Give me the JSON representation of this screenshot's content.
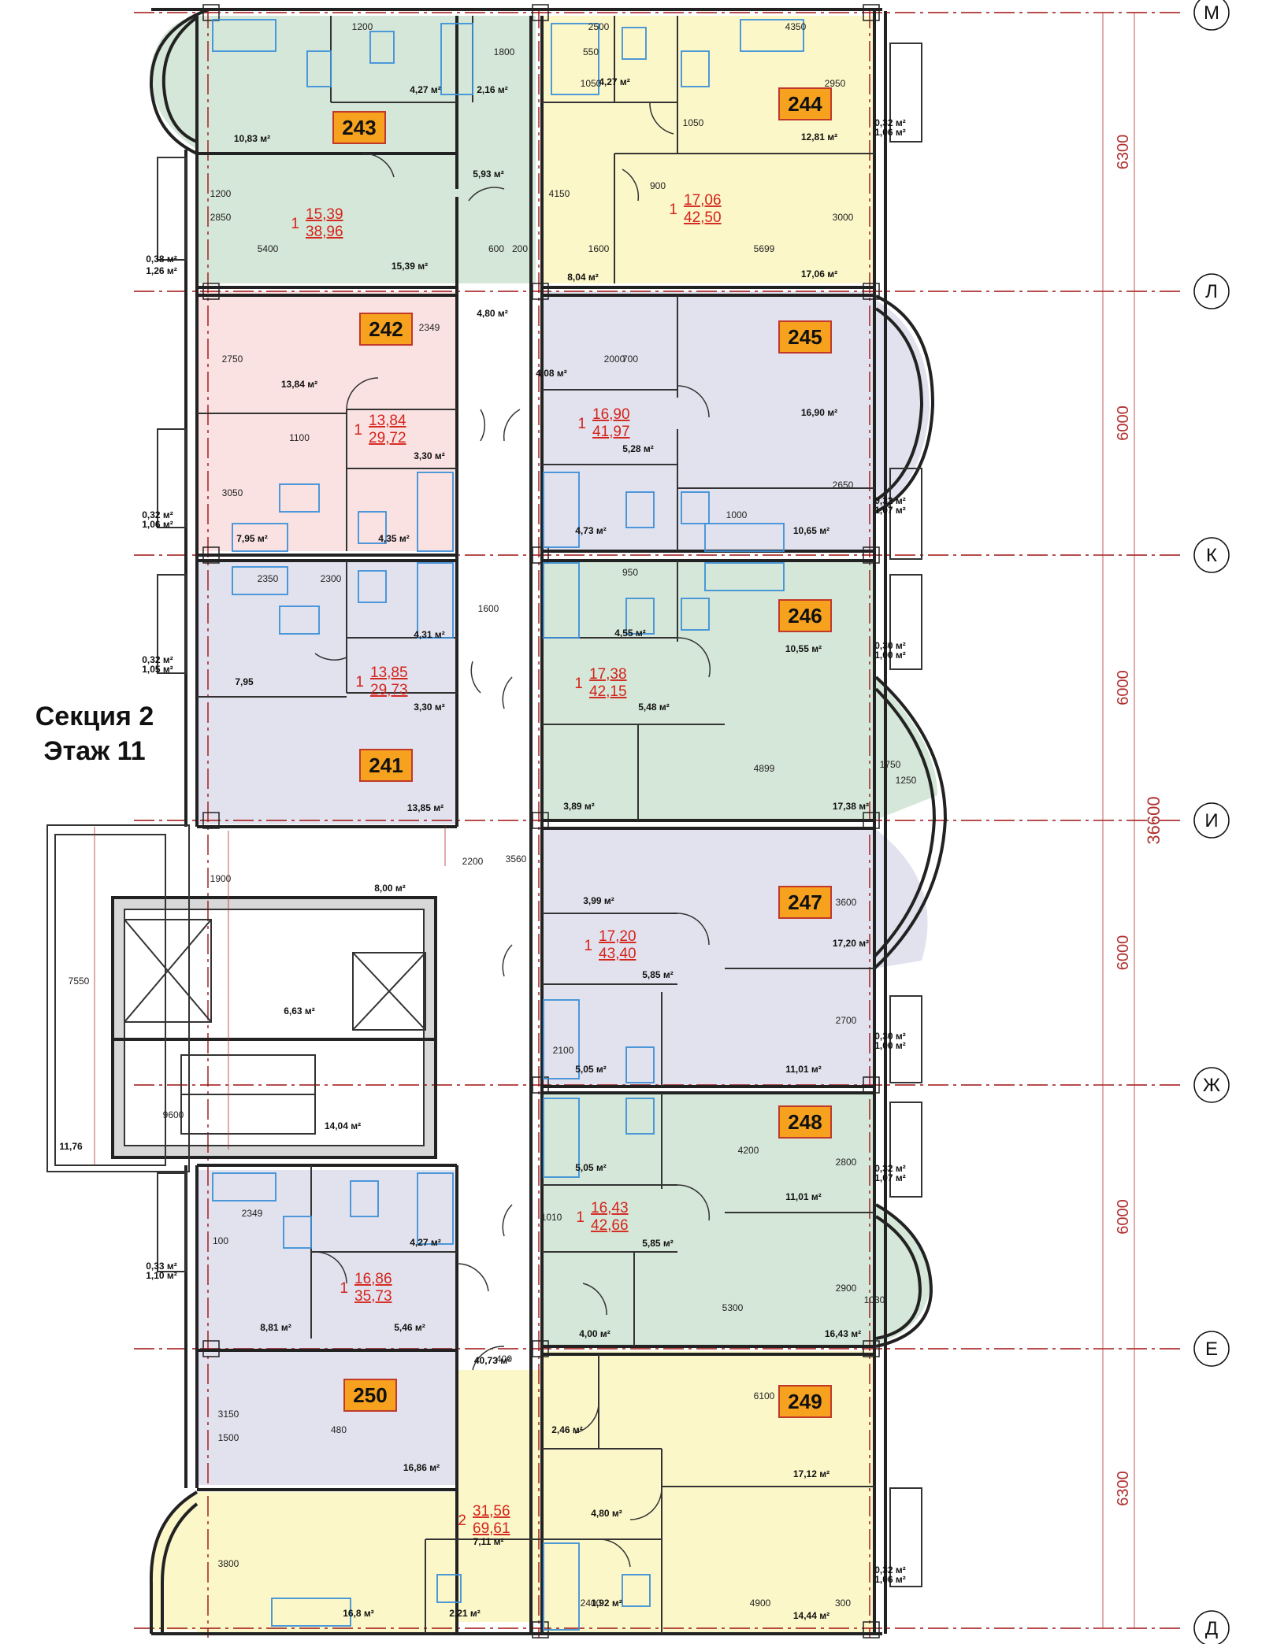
{
  "section_label": {
    "line1": "Секция 2",
    "line2": "Этаж 11"
  },
  "axes": [
    "М",
    "Л",
    "К",
    "И",
    "Ж",
    "Е",
    "Д"
  ],
  "axis_spacings": [
    "6300",
    "6000",
    "6000",
    "6000",
    "6000",
    "6300"
  ],
  "total_length": "36600",
  "apartments": [
    {
      "number": "243",
      "rooms": "1",
      "living": "15,39",
      "total": "38,96",
      "color": "#d5e7d8"
    },
    {
      "number": "244",
      "rooms": "1",
      "living": "17,06",
      "total": "42,50",
      "color": "#fbf7c8"
    },
    {
      "number": "242",
      "rooms": "1",
      "living": "13,84",
      "total": "29,72",
      "color": "#fbe2e2"
    },
    {
      "number": "245",
      "rooms": "1",
      "living": "16,90",
      "total": "41,97",
      "color": "#e2e2ee"
    },
    {
      "number": "241",
      "rooms": "1",
      "living": "13,85",
      "total": "29,73",
      "color": "#e2e2ee"
    },
    {
      "number": "246",
      "rooms": "1",
      "living": "17,38",
      "total": "42,15",
      "color": "#d5e7d8"
    },
    {
      "number": "247",
      "rooms": "1",
      "living": "17,20",
      "total": "43,40",
      "color": "#e2e2ee"
    },
    {
      "number": "248",
      "rooms": "1",
      "living": "16,43",
      "total": "42,66",
      "color": "#d5e7d8"
    },
    {
      "number": "250",
      "rooms": "1",
      "living": "16,86",
      "total": "35,73",
      "color": "#e2e2ee"
    },
    {
      "number": "249",
      "rooms": "2",
      "living": "31,56",
      "total": "69,61",
      "color": "#fbf7c8"
    }
  ],
  "room_areas": {
    "a243": [
      "10,83 м²",
      "4,27 м²",
      "2,16 м²",
      "5,93 м²",
      "15,39 м²",
      "0,38 м²",
      "1,26 м²"
    ],
    "a244": [
      "4,27 м²",
      "12,81 м²",
      "0,32 м²",
      "1,06 м²",
      "8,04 м²",
      "17,06 м²"
    ],
    "corridor": [
      "4,80 м²",
      "8,00 м²",
      "6,63 м²",
      "14,04 м²",
      "11,76",
      "40,73 м²"
    ],
    "a242": [
      "13,84 м²",
      "3,30 м²",
      "7,95 м²",
      "4,35 м²",
      "0,32 м²",
      "1,06 м²"
    ],
    "a245": [
      "4,08 м²",
      "16,90 м²",
      "5,28 м²",
      "4,73 м²",
      "10,65 м²",
      "0,32 м²",
      "1,07 м²"
    ],
    "a241": [
      "7,95",
      "4,31 м²",
      "3,30 м²",
      "13,85 м²",
      "0,32 м²",
      "1,05 м²"
    ],
    "a246": [
      "4,55 м²",
      "10,55 м²",
      "5,48 м²",
      "3,89 м²",
      "17,38 м²",
      "0,30 м²",
      "1,00 м²"
    ],
    "a247": [
      "3,99 м²",
      "17,20 м²",
      "5,85 м²",
      "5,05 м²",
      "11,01 м²",
      "0,30 м²",
      "1,00 м²"
    ],
    "a248": [
      "5,05 м²",
      "11,01 м²",
      "5,85 м²",
      "4,00 м²",
      "16,43 м²",
      "0,32 м²",
      "1,07 м²"
    ],
    "a250": [
      "4,27 м²",
      "8,81 м²",
      "5,46 м²",
      "16,86 м²",
      "0,33 м²",
      "1,10 м²"
    ],
    "a249": [
      "2,46 м²",
      "17,12 м²",
      "4,80 м²",
      "7,11 м²",
      "2,21 м²",
      "16,8 м²",
      "1,92 м²",
      "14,44 м²",
      "0,32 м²",
      "1,06 м²"
    ]
  },
  "dims": [
    "1200",
    "1800",
    "2500",
    "4350",
    "550",
    "1050",
    "2950",
    "1050",
    "4150",
    "900",
    "3000",
    "5699",
    "1600",
    "200",
    "600",
    "5400",
    "2850",
    "1200",
    "2750",
    "2349",
    "1100",
    "3050",
    "2000",
    "700",
    "2650",
    "1000",
    "950",
    "2350",
    "2300",
    "1600",
    "4899",
    "1750",
    "1250",
    "2200",
    "3560",
    "1900",
    "7550",
    "3600",
    "2700",
    "9600",
    "4200",
    "2800",
    "2900",
    "5300",
    "2349",
    "6100",
    "3150",
    "1500",
    "3800",
    "4900",
    "2400",
    "300",
    "100",
    "400",
    "480",
    "1010",
    "1030",
    "2100"
  ]
}
